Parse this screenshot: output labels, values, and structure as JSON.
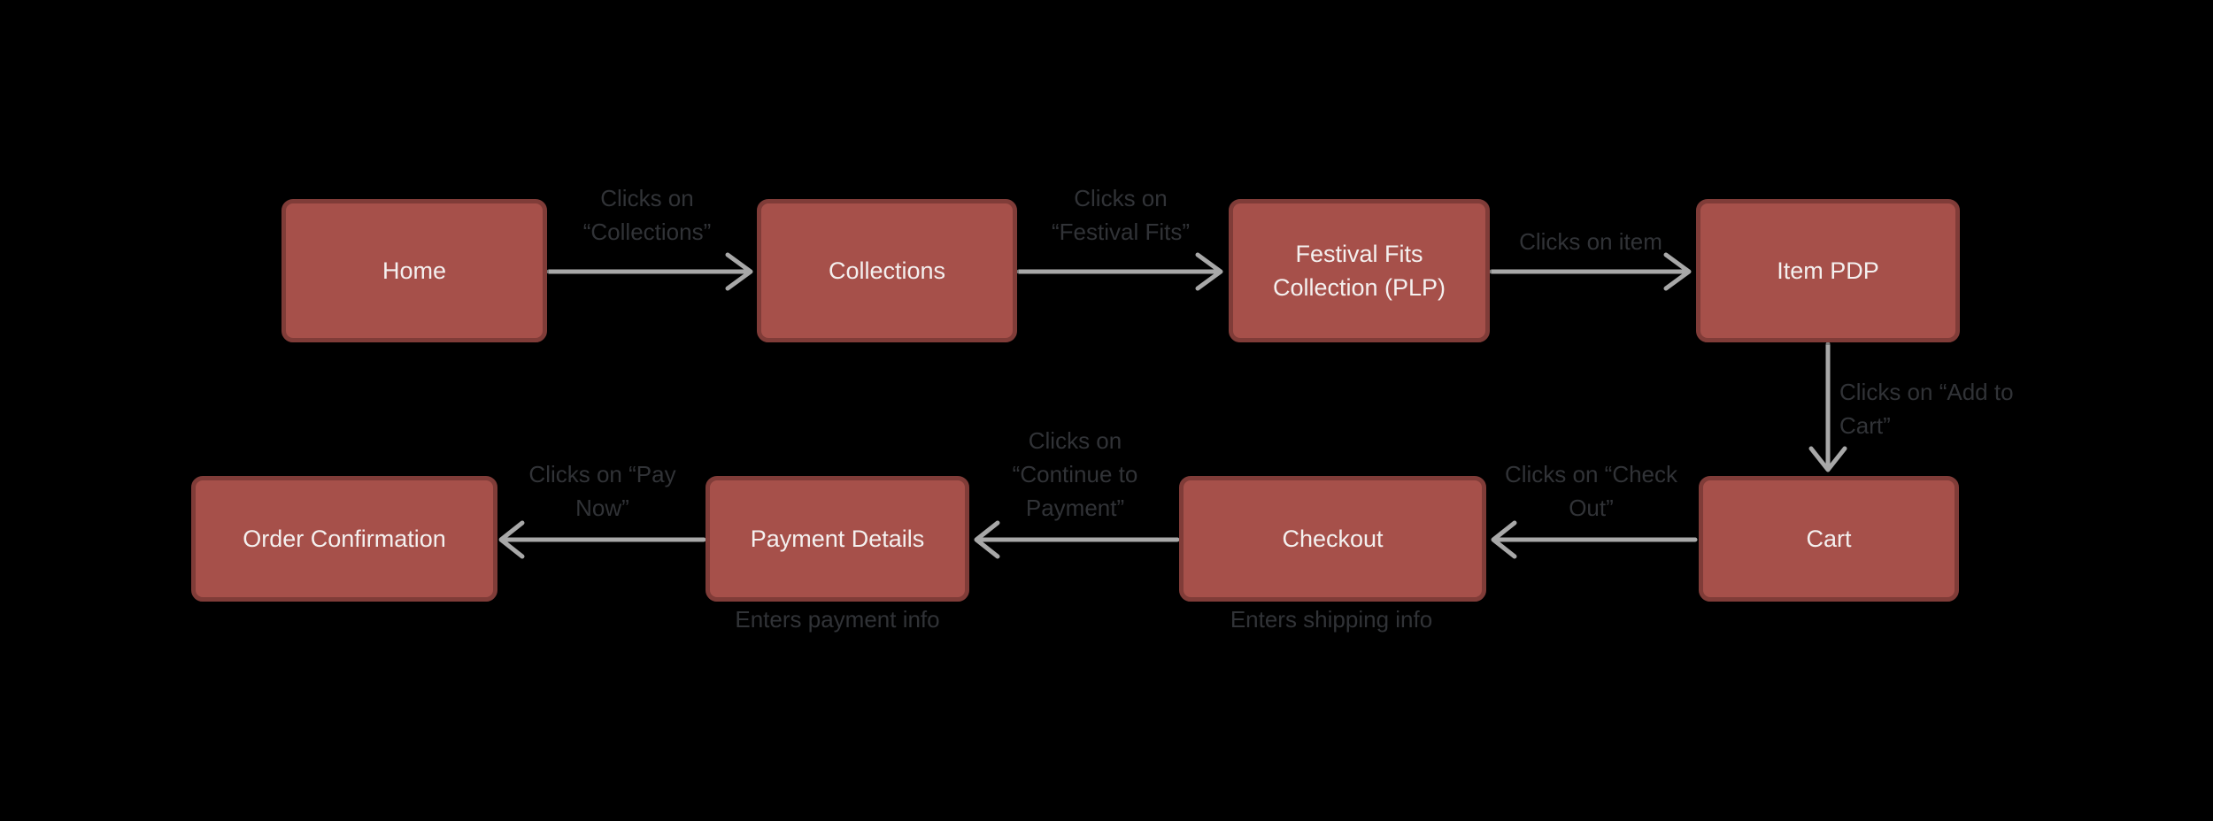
{
  "diagram": {
    "colors": {
      "background": "#000000",
      "node_fill": "#A6504A",
      "node_border": "#803C38",
      "node_text": "#F4F0EF",
      "arrow": "#A8A8A8",
      "label_text": "#313337"
    },
    "nodes": [
      {
        "id": "home",
        "label": "Home"
      },
      {
        "id": "collections",
        "label": "Collections"
      },
      {
        "id": "festival-fits-plp",
        "label": "Festival Fits Collection (PLP)"
      },
      {
        "id": "item-pdp",
        "label": "Item PDP"
      },
      {
        "id": "cart",
        "label": "Cart"
      },
      {
        "id": "checkout",
        "label": "Checkout"
      },
      {
        "id": "payment-details",
        "label": "Payment Details"
      },
      {
        "id": "order-confirmation",
        "label": "Order Confirmation"
      }
    ],
    "edges": [
      {
        "from": "home",
        "to": "collections",
        "label": "Clicks on “Collections”"
      },
      {
        "from": "collections",
        "to": "festival-fits-plp",
        "label": "Clicks on “Festival Fits”"
      },
      {
        "from": "festival-fits-plp",
        "to": "item-pdp",
        "label": "Clicks on item"
      },
      {
        "from": "item-pdp",
        "to": "cart",
        "label": "Clicks on “Add to Cart”"
      },
      {
        "from": "cart",
        "to": "checkout",
        "label": "Clicks on “Check Out”"
      },
      {
        "from": "checkout",
        "to": "payment-details",
        "label": "Clicks on “Continue to Payment”"
      },
      {
        "from": "payment-details",
        "to": "order-confirmation",
        "label": "Clicks on “Pay Now”"
      }
    ],
    "notes": [
      {
        "under": "payment-details",
        "label": "Enters payment info"
      },
      {
        "under": "checkout",
        "label": "Enters shipping info"
      }
    ]
  }
}
